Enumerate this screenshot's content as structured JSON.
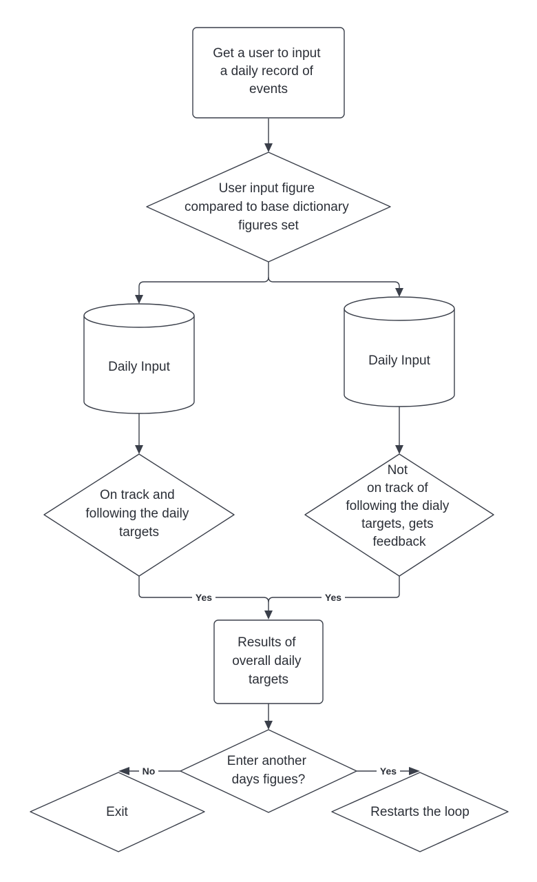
{
  "diagram": {
    "nodes": {
      "start": {
        "shape": "rounded-rectangle",
        "lines": [
          "Get a user to input",
          "a daily record of",
          "events"
        ]
      },
      "compare": {
        "shape": "diamond",
        "lines": [
          "User input figure",
          "compared to base dictionary",
          "figures set"
        ]
      },
      "daily_input_left": {
        "shape": "database-cylinder",
        "lines": [
          "Daily Input"
        ]
      },
      "daily_input_right": {
        "shape": "database-cylinder",
        "lines": [
          "Daily Input"
        ]
      },
      "on_track": {
        "shape": "diamond",
        "lines": [
          "On track and",
          "following the daily",
          "targets"
        ]
      },
      "not_on_track": {
        "shape": "diamond",
        "lines": [
          "Not",
          "on track of",
          "following the dialy",
          "targets, gets",
          "feedback"
        ]
      },
      "results": {
        "shape": "rounded-rectangle",
        "lines": [
          "Results of",
          "overall daily",
          "targets"
        ]
      },
      "another_day": {
        "shape": "diamond",
        "lines": [
          "Enter another",
          "days figues?"
        ]
      },
      "exit": {
        "shape": "diamond",
        "lines": [
          "Exit"
        ]
      },
      "restart": {
        "shape": "diamond",
        "lines": [
          "Restarts the loop"
        ]
      }
    },
    "edges": {
      "start_to_compare": {
        "from": "start",
        "to": "compare",
        "label": ""
      },
      "compare_to_left": {
        "from": "compare",
        "to": "daily_input_left",
        "label": ""
      },
      "compare_to_right": {
        "from": "compare",
        "to": "daily_input_right",
        "label": ""
      },
      "left_to_on_track": {
        "from": "daily_input_left",
        "to": "on_track",
        "label": ""
      },
      "right_to_not_on_track": {
        "from": "daily_input_right",
        "to": "not_on_track",
        "label": ""
      },
      "on_track_to_results": {
        "from": "on_track",
        "to": "results",
        "label": "Yes"
      },
      "not_on_track_to_results": {
        "from": "not_on_track",
        "to": "results",
        "label": "Yes"
      },
      "results_to_another_day": {
        "from": "results",
        "to": "another_day",
        "label": ""
      },
      "another_day_to_exit": {
        "from": "another_day",
        "to": "exit",
        "label": "No"
      },
      "another_day_to_restart": {
        "from": "another_day",
        "to": "restart",
        "label": "Yes"
      }
    }
  }
}
